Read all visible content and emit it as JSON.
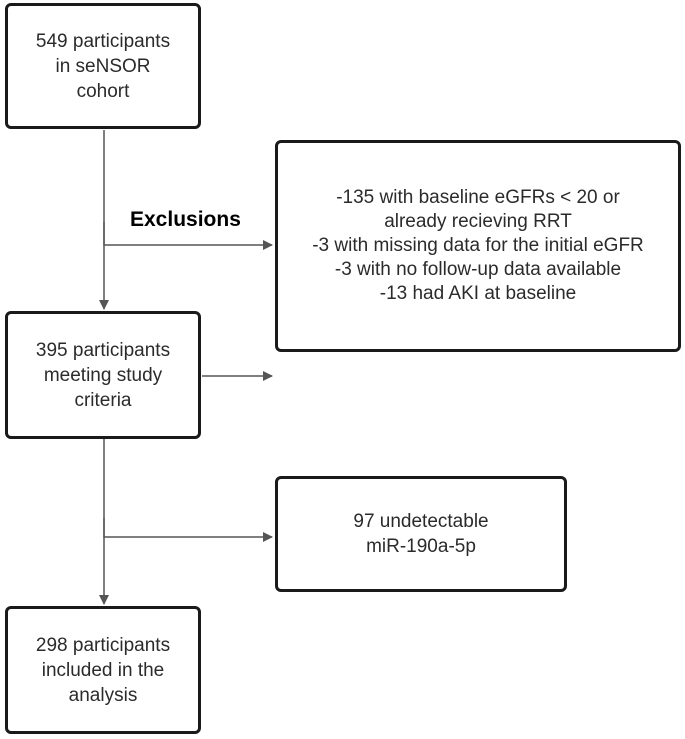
{
  "boxes": {
    "cohort": [
      "549 participants",
      "in seNSOR",
      "cohort"
    ],
    "exclusions": [
      "-135 with baseline eGFRs < 20 or",
      "already recieving RRT",
      "-3 with missing data for the initial eGFR",
      "-3 with no follow-up data available",
      "-13  had AKI at baseline"
    ],
    "criteria": [
      "395 participants",
      "meeting study",
      "criteria"
    ],
    "undetectable": [
      "97 undetectable",
      "miR-190a-5p"
    ],
    "included": [
      "298 participants",
      "included in the",
      "analysis"
    ]
  },
  "labels": {
    "exclusions": "Exclusions"
  },
  "colors": {
    "border": "#1a1a1a",
    "arrow": "#555555",
    "text": "#2b2b2b"
  }
}
